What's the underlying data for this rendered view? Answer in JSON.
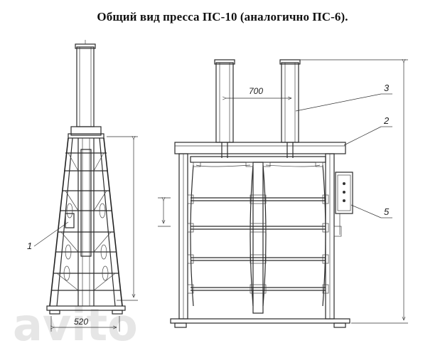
{
  "title": "Общий вид пресса ПС-10 (аналогично ПС-6).",
  "dimensions": {
    "width_bottom": "520",
    "cylinder_spacing": "700"
  },
  "callouts": {
    "c1": "1",
    "c2": "2",
    "c3": "3",
    "c5": "5"
  },
  "watermark": "avito"
}
